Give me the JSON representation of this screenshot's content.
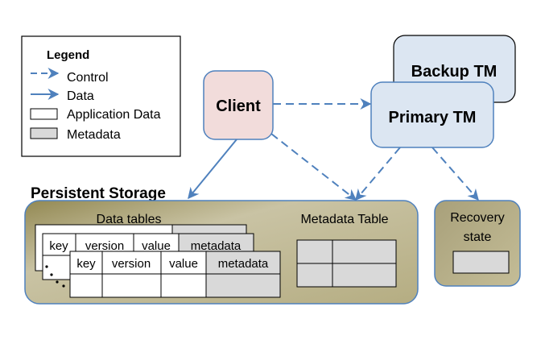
{
  "legend": {
    "title": "Legend",
    "items": [
      {
        "label": "Control",
        "kind": "control-arrow"
      },
      {
        "label": "Data",
        "kind": "data-arrow"
      },
      {
        "label": "Application Data",
        "kind": "white-box"
      },
      {
        "label": "Metadata",
        "kind": "gray-box"
      }
    ]
  },
  "nodes": {
    "client": "Client",
    "backup_tm": "Backup TM",
    "primary_tm": "Primary TM",
    "persistent_storage": "Persistent Storage",
    "data_tables": "Data tables",
    "metadata_table": "Metadata Table",
    "recovery_state_line1": "Recovery",
    "recovery_state_line2": "state"
  },
  "table_columns": [
    "key",
    "version",
    "value",
    "metadata"
  ],
  "colors": {
    "arrow": "#4f81bd",
    "client_fill": "#f2dcdb",
    "tm_fill": "#dce6f2",
    "storage_fill": "#c4bd97",
    "storage_fill_dark": "#938953",
    "metadata_fill": "#d9d9d9",
    "node_border": "#4f81bd"
  }
}
